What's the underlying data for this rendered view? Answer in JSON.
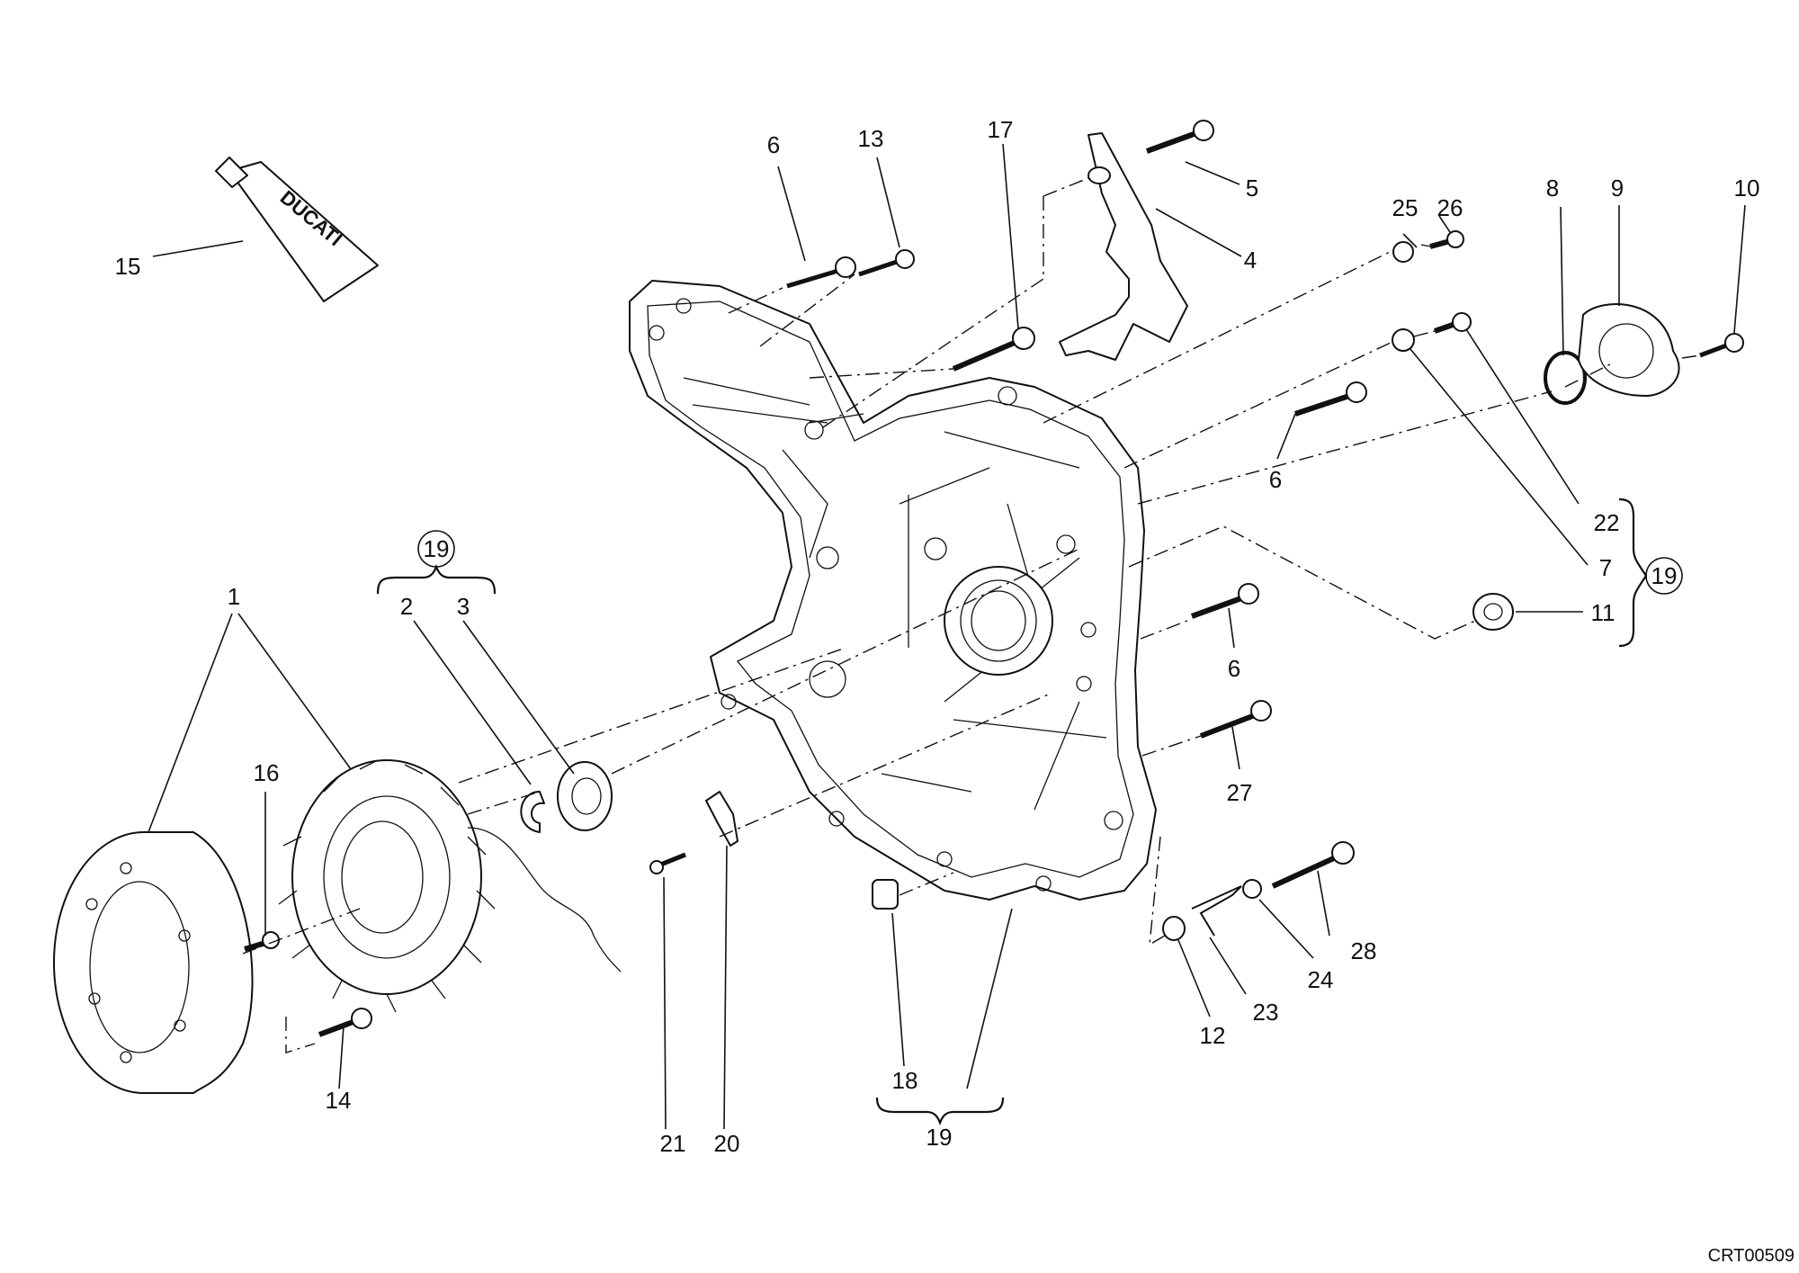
{
  "diagram": {
    "labels": {
      "l1": "1",
      "l2": "2",
      "l3": "3",
      "l4": "4",
      "l5": "5",
      "l6a": "6",
      "l6b": "6",
      "l6c": "6",
      "l7": "7",
      "l8": "8",
      "l9": "9",
      "l10": "10",
      "l11": "11",
      "l12": "12",
      "l13": "13",
      "l14": "14",
      "l15": "15",
      "l16": "16",
      "l17": "17",
      "l18": "18",
      "l19a": "19",
      "l19b": "19",
      "l19c": "19",
      "l20": "20",
      "l21": "21",
      "l22": "22",
      "l23": "23",
      "l24": "24",
      "l25": "25",
      "l26": "26",
      "l27": "27",
      "l28": "28"
    },
    "tube_brand": "DUCATI",
    "drawing_code": "CRT00509"
  }
}
